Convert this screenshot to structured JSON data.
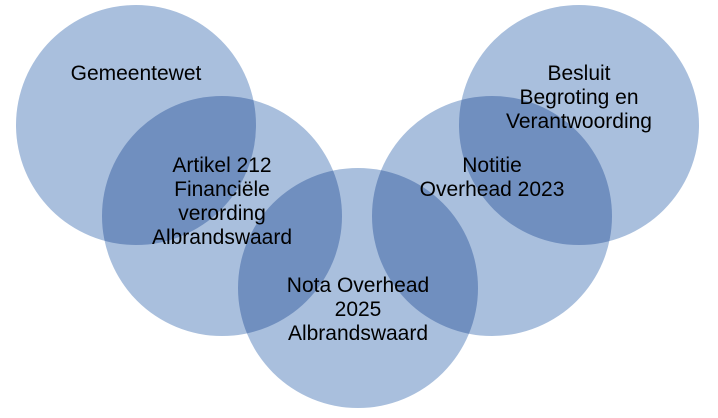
{
  "diagram": {
    "fill_color": "#a9bfdd",
    "nodes": [
      {
        "id": "gemeentewet",
        "lines": [
          "Gemeentewet"
        ]
      },
      {
        "id": "artikel-212",
        "lines": [
          "Artikel 212",
          "Financiële",
          "verording",
          "Albrandswaard"
        ]
      },
      {
        "id": "nota-overhead-2025",
        "lines": [
          "Nota Overhead",
          "2025",
          "Albrandswaard"
        ]
      },
      {
        "id": "notitie-overhead-2023",
        "lines": [
          "Notitie",
          "Overhead 2023"
        ]
      },
      {
        "id": "besluit-begroting",
        "lines": [
          "Besluit",
          "Begroting en",
          "Verantwoording"
        ]
      }
    ]
  }
}
